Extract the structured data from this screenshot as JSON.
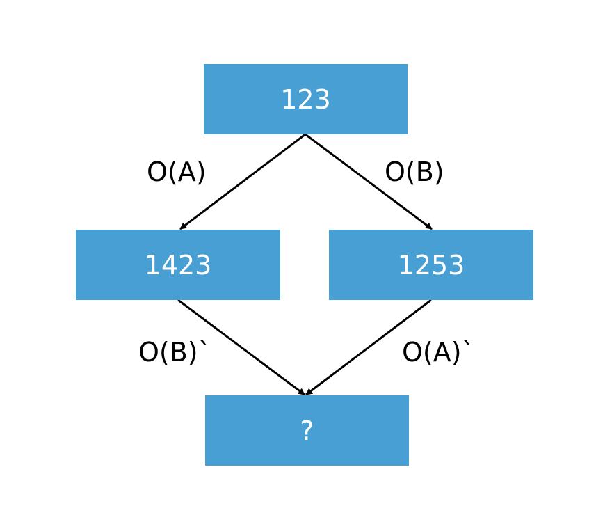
{
  "nodes": {
    "top": "123",
    "left": "1423",
    "right": "1253",
    "bottom": "?"
  },
  "edges": {
    "top_to_left": "O(A)",
    "top_to_right": "O(B)",
    "left_to_bottom": "O(B)`",
    "right_to_bottom": "O(A)`"
  },
  "colors": {
    "node_fill": "#479fd3",
    "node_text": "#ffffff",
    "edge": "#000000"
  }
}
